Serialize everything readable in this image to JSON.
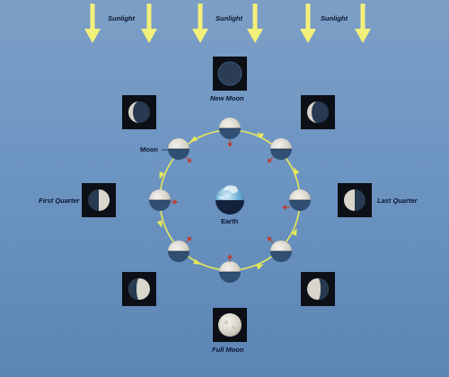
{
  "sunlight": [
    "Sunlight",
    "Sunlight",
    "Sunlight"
  ],
  "labels": {
    "new_moon": "New Moon",
    "full_moon": "Full Moon",
    "first_quarter": "First Quarter",
    "last_quarter": "Last Quarter",
    "earth": "Earth",
    "moon": "Moon"
  },
  "colors": {
    "sunlight_arrow": "#f3f07a",
    "orbit": "#e9e85a",
    "moon_dark": "#2f4f73",
    "moon_lit": "#e4e2da",
    "photo_bg": "#0c0f16",
    "motion_arrow": "#c0392b"
  }
}
